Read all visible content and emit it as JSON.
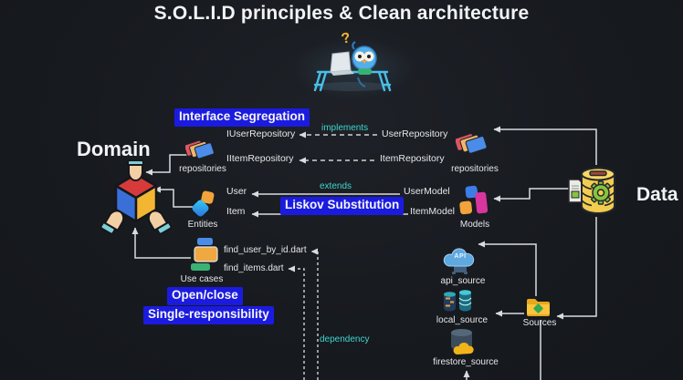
{
  "title": "S.O.L.I.D principles & Clean architecture",
  "colors": {
    "background": "#171a1f",
    "accent_blue": "#1b1be0",
    "relation_cyan": "#3ed6d0",
    "line_gray": "#d9dcdf"
  },
  "principles": {
    "interface_segregation": "Interface Segregation",
    "liskov_substitution": "Liskov Substitution",
    "open_close": "Open/close",
    "single_responsibility": "Single-responsibility"
  },
  "relations": {
    "implements": "implements",
    "extends": "extends",
    "dependency": "dependency"
  },
  "domain_layer": {
    "title": "Domain",
    "repositories_label": "repositories",
    "entities_label": "Entities",
    "use_cases_label": "Use cases",
    "interfaces": {
      "user": "IUserRepository",
      "item": "IItemRepository"
    },
    "entities": {
      "user": "User",
      "item": "Item"
    },
    "use_case_files": {
      "find_user": "find_user_by_id.dart",
      "find_items": "find_items.dart"
    }
  },
  "data_layer": {
    "title": "Data",
    "repositories_label": "repositories",
    "models_label": "Models",
    "sources_label": "Sources",
    "repositories": {
      "user": "UserRepository",
      "item": "ItemRepository"
    },
    "models": {
      "user": "UserModel",
      "item": "ItemModel"
    },
    "sources": {
      "api": "api_source",
      "local": "local_source",
      "firestore": "firestore_source"
    },
    "api_badge": "API"
  },
  "mascot": {
    "question_mark": "?"
  }
}
